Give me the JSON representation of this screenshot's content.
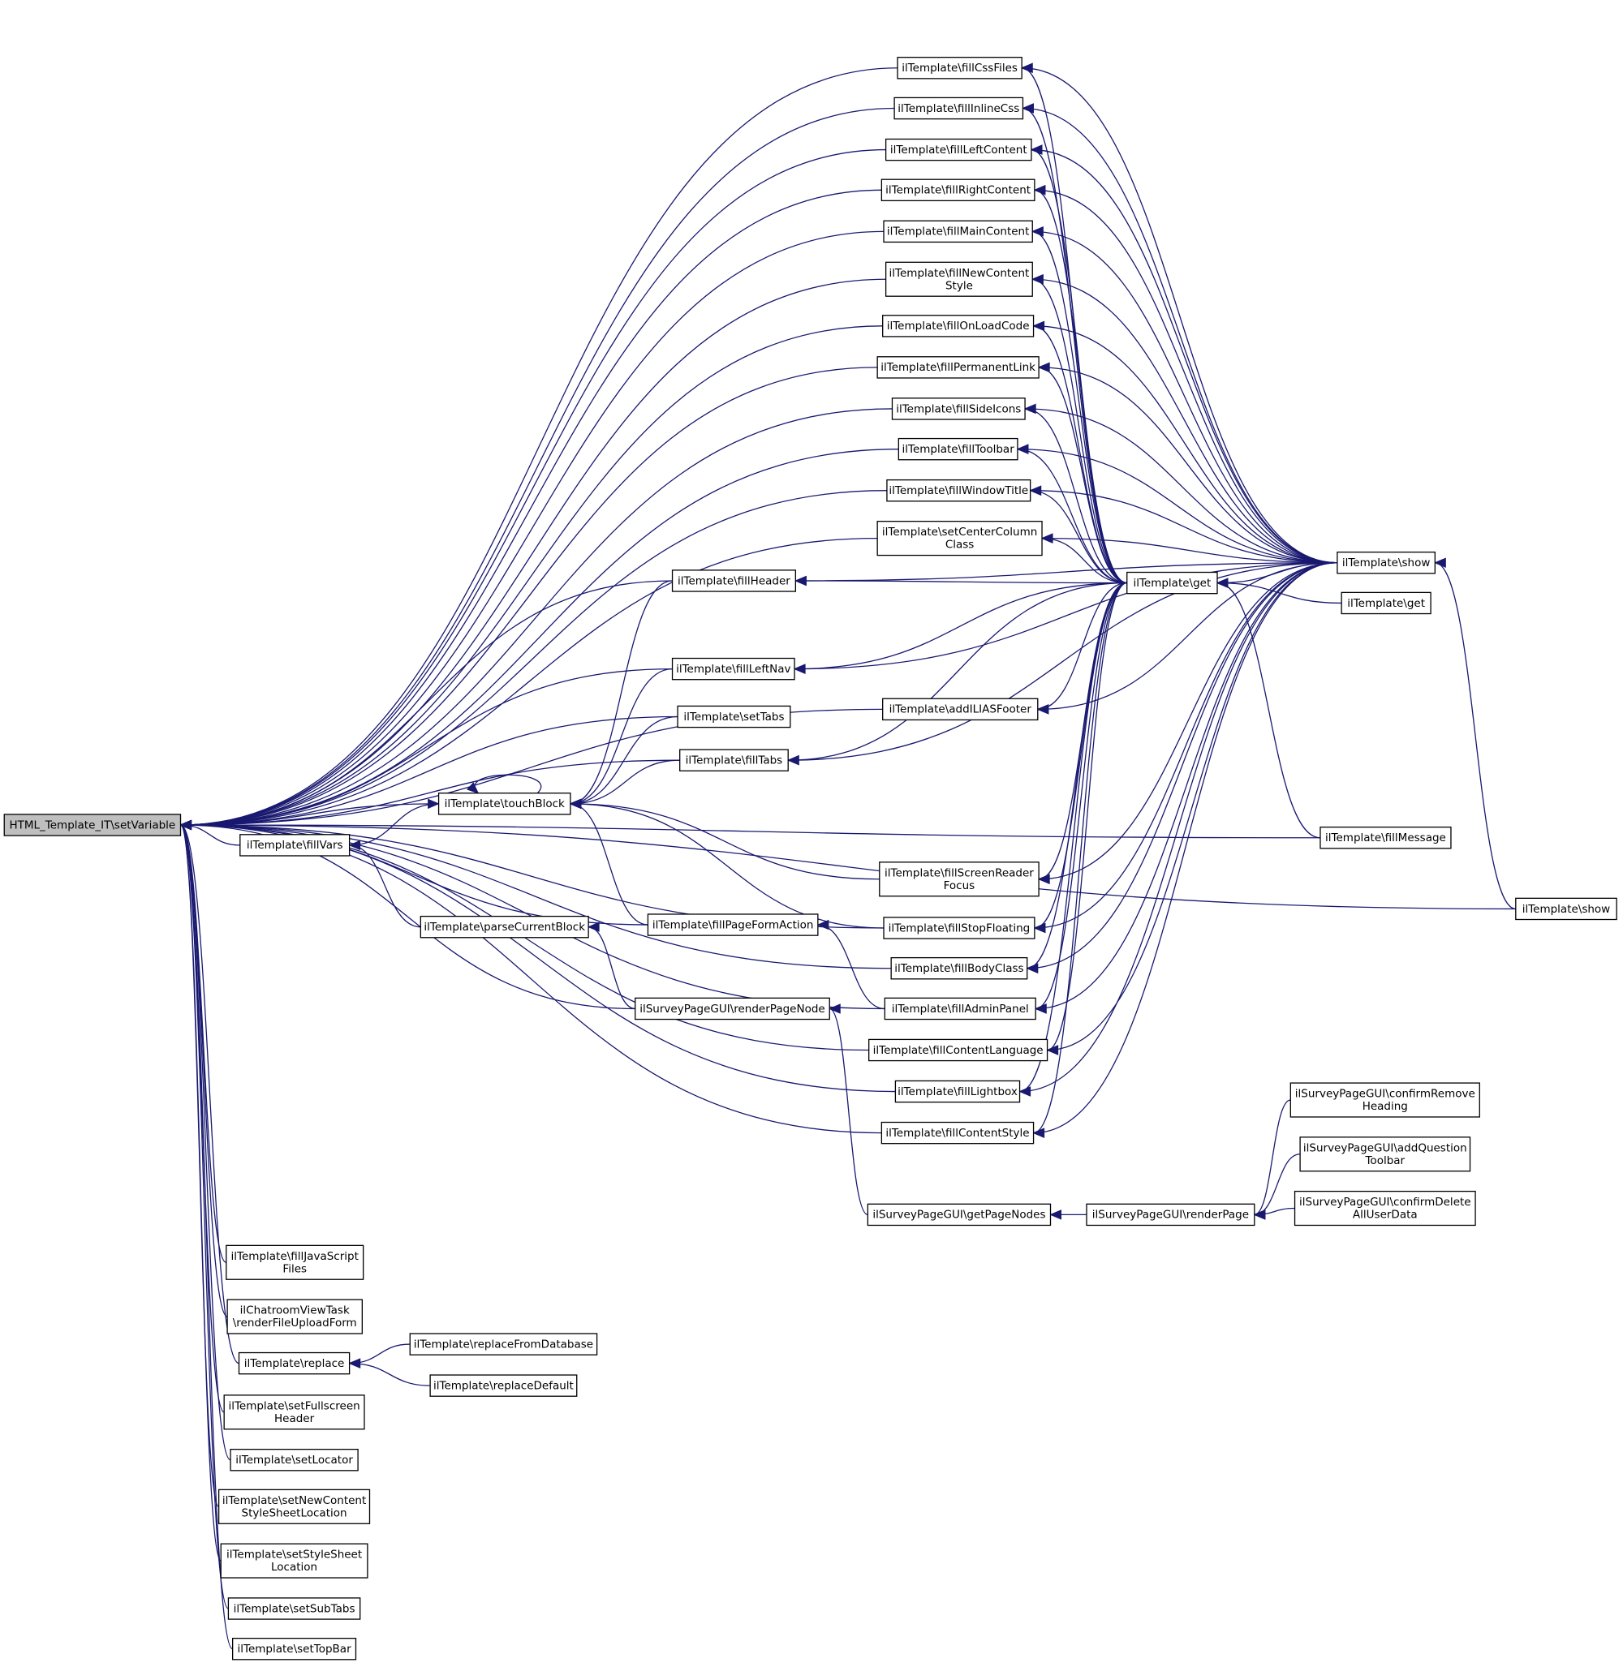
{
  "graph": {
    "colors": {
      "edge": "#191970",
      "node_border": "#000000",
      "node_fill": "#ffffff",
      "root_fill": "#bfbfbf"
    },
    "nodes": [
      {
        "id": "root",
        "lines": [
          "HTML_Template_IT\\setVariable"
        ]
      },
      {
        "id": "fillCssFiles",
        "lines": [
          "ilTemplate\\fillCssFiles"
        ]
      },
      {
        "id": "fillInlineCss",
        "lines": [
          "ilTemplate\\fillInlineCss"
        ]
      },
      {
        "id": "fillLeftContent",
        "lines": [
          "ilTemplate\\fillLeftContent"
        ]
      },
      {
        "id": "fillRightContent",
        "lines": [
          "ilTemplate\\fillRightContent"
        ]
      },
      {
        "id": "fillMainContent",
        "lines": [
          "ilTemplate\\fillMainContent"
        ]
      },
      {
        "id": "fillNewContentStyle",
        "lines": [
          "ilTemplate\\fillNewContent",
          "Style"
        ]
      },
      {
        "id": "fillOnLoadCode",
        "lines": [
          "ilTemplate\\fillOnLoadCode"
        ]
      },
      {
        "id": "fillPermanentLink",
        "lines": [
          "ilTemplate\\fillPermanentLink"
        ]
      },
      {
        "id": "fillSideIcons",
        "lines": [
          "ilTemplate\\fillSideIcons"
        ]
      },
      {
        "id": "fillToolbar",
        "lines": [
          "ilTemplate\\fillToolbar"
        ]
      },
      {
        "id": "fillWindowTitle",
        "lines": [
          "ilTemplate\\fillWindowTitle"
        ]
      },
      {
        "id": "setCenterColumnClass",
        "lines": [
          "ilTemplate\\setCenterColumn",
          "Class"
        ]
      },
      {
        "id": "fillHeader",
        "lines": [
          "ilTemplate\\fillHeader"
        ]
      },
      {
        "id": "get1",
        "lines": [
          "ilTemplate\\get"
        ]
      },
      {
        "id": "show1",
        "lines": [
          "ilTemplate\\show"
        ]
      },
      {
        "id": "get2",
        "lines": [
          "ilTemplate\\get"
        ]
      },
      {
        "id": "fillLeftNav",
        "lines": [
          "ilTemplate\\fillLeftNav"
        ]
      },
      {
        "id": "addILIASFooter",
        "lines": [
          "ilTemplate\\addILIASFooter"
        ]
      },
      {
        "id": "setTabs",
        "lines": [
          "ilTemplate\\setTabs"
        ]
      },
      {
        "id": "fillTabs",
        "lines": [
          "ilTemplate\\fillTabs"
        ]
      },
      {
        "id": "touchBlock",
        "lines": [
          "ilTemplate\\touchBlock"
        ]
      },
      {
        "id": "fillVars",
        "lines": [
          "ilTemplate\\fillVars"
        ]
      },
      {
        "id": "fillMessage",
        "lines": [
          "ilTemplate\\fillMessage"
        ]
      },
      {
        "id": "fillScreenReaderFocus",
        "lines": [
          "ilTemplate\\fillScreenReader",
          "Focus"
        ]
      },
      {
        "id": "show2",
        "lines": [
          "ilTemplate\\show"
        ]
      },
      {
        "id": "parseCurrentBlock",
        "lines": [
          "ilTemplate\\parseCurrentBlock"
        ]
      },
      {
        "id": "fillPageFormAction",
        "lines": [
          "ilTemplate\\fillPageFormAction"
        ]
      },
      {
        "id": "fillStopFloating",
        "lines": [
          "ilTemplate\\fillStopFloating"
        ]
      },
      {
        "id": "fillBodyClass",
        "lines": [
          "ilTemplate\\fillBodyClass"
        ]
      },
      {
        "id": "renderPageNode",
        "lines": [
          "ilSurveyPageGUI\\renderPageNode"
        ]
      },
      {
        "id": "fillAdminPanel",
        "lines": [
          "ilTemplate\\fillAdminPanel"
        ]
      },
      {
        "id": "fillContentLanguage",
        "lines": [
          "ilTemplate\\fillContentLanguage"
        ]
      },
      {
        "id": "fillLightbox",
        "lines": [
          "ilTemplate\\fillLightbox"
        ]
      },
      {
        "id": "confirmRemoveHeading",
        "lines": [
          "ilSurveyPageGUI\\confirmRemove",
          "Heading"
        ]
      },
      {
        "id": "fillContentStyle",
        "lines": [
          "ilTemplate\\fillContentStyle"
        ]
      },
      {
        "id": "addQuestionToolbar",
        "lines": [
          "ilSurveyPageGUI\\addQuestion",
          "Toolbar"
        ]
      },
      {
        "id": "getPageNodes",
        "lines": [
          "ilSurveyPageGUI\\getPageNodes"
        ]
      },
      {
        "id": "renderPage",
        "lines": [
          "ilSurveyPageGUI\\renderPage"
        ]
      },
      {
        "id": "confirmDeleteAllUserData",
        "lines": [
          "ilSurveyPageGUI\\confirmDelete",
          "AllUserData"
        ]
      },
      {
        "id": "fillJavaScriptFiles",
        "lines": [
          "ilTemplate\\fillJavaScript",
          "Files"
        ]
      },
      {
        "id": "renderFileUploadForm",
        "lines": [
          "ilChatroomViewTask",
          "\\renderFileUploadForm"
        ]
      },
      {
        "id": "replace",
        "lines": [
          "ilTemplate\\replace"
        ]
      },
      {
        "id": "replaceFromDatabase",
        "lines": [
          "ilTemplate\\replaceFromDatabase"
        ]
      },
      {
        "id": "replaceDefault",
        "lines": [
          "ilTemplate\\replaceDefault"
        ]
      },
      {
        "id": "setFullscreenHeader",
        "lines": [
          "ilTemplate\\setFullscreen",
          "Header"
        ]
      },
      {
        "id": "setLocator",
        "lines": [
          "ilTemplate\\setLocator"
        ]
      },
      {
        "id": "setNewContentStyleSheetLocation",
        "lines": [
          "ilTemplate\\setNewContent",
          "StyleSheetLocation"
        ]
      },
      {
        "id": "setStyleSheetLocation",
        "lines": [
          "ilTemplate\\setStyleSheet",
          "Location"
        ]
      },
      {
        "id": "setSubTabs",
        "lines": [
          "ilTemplate\\setSubTabs"
        ]
      },
      {
        "id": "setTopBar",
        "lines": [
          "ilTemplate\\setTopBar"
        ]
      }
    ],
    "edges": [
      {
        "from": "fillCssFiles",
        "to": "root"
      },
      {
        "from": "fillInlineCss",
        "to": "root"
      },
      {
        "from": "fillLeftContent",
        "to": "root"
      },
      {
        "from": "fillRightContent",
        "to": "root"
      },
      {
        "from": "fillMainContent",
        "to": "root"
      },
      {
        "from": "fillNewContentStyle",
        "to": "root"
      },
      {
        "from": "fillOnLoadCode",
        "to": "root"
      },
      {
        "from": "fillPermanentLink",
        "to": "root"
      },
      {
        "from": "fillSideIcons",
        "to": "root"
      },
      {
        "from": "fillToolbar",
        "to": "root"
      },
      {
        "from": "fillWindowTitle",
        "to": "root"
      },
      {
        "from": "setCenterColumnClass",
        "to": "root"
      },
      {
        "from": "fillHeader",
        "to": "root"
      },
      {
        "from": "fillLeftNav",
        "to": "root"
      },
      {
        "from": "addILIASFooter",
        "to": "root"
      },
      {
        "from": "setTabs",
        "to": "root"
      },
      {
        "from": "fillTabs",
        "to": "root"
      },
      {
        "from": "touchBlock",
        "to": "root"
      },
      {
        "from": "fillVars",
        "to": "root"
      },
      {
        "from": "fillStopFloating",
        "to": "root"
      },
      {
        "from": "fillPageFormAction",
        "to": "root"
      },
      {
        "from": "fillAdminPanel",
        "to": "root"
      },
      {
        "from": "renderPageNode",
        "to": "root"
      },
      {
        "from": "fillContentLanguage",
        "to": "root"
      },
      {
        "from": "fillLightbox",
        "to": "root"
      },
      {
        "from": "fillContentStyle",
        "to": "root"
      },
      {
        "from": "fillMessage",
        "to": "root"
      },
      {
        "from": "show2",
        "to": "root"
      },
      {
        "from": "fillJavaScriptFiles",
        "to": "root"
      },
      {
        "from": "renderFileUploadForm",
        "to": "root"
      },
      {
        "from": "replace",
        "to": "root"
      },
      {
        "from": "setFullscreenHeader",
        "to": "root"
      },
      {
        "from": "setLocator",
        "to": "root"
      },
      {
        "from": "setNewContentStyleSheetLocation",
        "to": "root"
      },
      {
        "from": "setStyleSheetLocation",
        "to": "root"
      },
      {
        "from": "setSubTabs",
        "to": "root"
      },
      {
        "from": "setTopBar",
        "to": "root"
      },
      {
        "from": "get1",
        "to": "fillCssFiles"
      },
      {
        "from": "show1",
        "to": "fillCssFiles"
      },
      {
        "from": "get1",
        "to": "fillInlineCss"
      },
      {
        "from": "show1",
        "to": "fillInlineCss"
      },
      {
        "from": "get1",
        "to": "fillLeftContent"
      },
      {
        "from": "show1",
        "to": "fillLeftContent"
      },
      {
        "from": "get1",
        "to": "fillRightContent"
      },
      {
        "from": "show1",
        "to": "fillRightContent"
      },
      {
        "from": "get1",
        "to": "fillMainContent"
      },
      {
        "from": "show1",
        "to": "fillMainContent"
      },
      {
        "from": "get1",
        "to": "fillNewContentStyle"
      },
      {
        "from": "show1",
        "to": "fillNewContentStyle"
      },
      {
        "from": "get1",
        "to": "fillOnLoadCode"
      },
      {
        "from": "show1",
        "to": "fillOnLoadCode"
      },
      {
        "from": "get1",
        "to": "fillPermanentLink"
      },
      {
        "from": "show1",
        "to": "fillPermanentLink"
      },
      {
        "from": "get1",
        "to": "fillSideIcons"
      },
      {
        "from": "show1",
        "to": "fillSideIcons"
      },
      {
        "from": "get1",
        "to": "fillToolbar"
      },
      {
        "from": "show1",
        "to": "fillToolbar"
      },
      {
        "from": "get1",
        "to": "fillWindowTitle"
      },
      {
        "from": "show1",
        "to": "fillWindowTitle"
      },
      {
        "from": "get1",
        "to": "setCenterColumnClass"
      },
      {
        "from": "show1",
        "to": "setCenterColumnClass"
      },
      {
        "from": "get1",
        "to": "fillHeader"
      },
      {
        "from": "show1",
        "to": "fillHeader"
      },
      {
        "from": "show1",
        "to": "get1"
      },
      {
        "from": "get2",
        "to": "get1"
      },
      {
        "from": "fillMessage",
        "to": "get1"
      },
      {
        "from": "show2",
        "to": "show1"
      },
      {
        "from": "get1",
        "to": "fillLeftNav"
      },
      {
        "from": "show1",
        "to": "fillLeftNav"
      },
      {
        "from": "get1",
        "to": "addILIASFooter"
      },
      {
        "from": "show1",
        "to": "addILIASFooter"
      },
      {
        "from": "get1",
        "to": "fillTabs"
      },
      {
        "from": "show1",
        "to": "fillTabs"
      },
      {
        "from": "get1",
        "to": "fillScreenReaderFocus"
      },
      {
        "from": "show1",
        "to": "fillScreenReaderFocus"
      },
      {
        "from": "get1",
        "to": "fillStopFloating"
      },
      {
        "from": "show1",
        "to": "fillStopFloating"
      },
      {
        "from": "get1",
        "to": "fillBodyClass"
      },
      {
        "from": "show1",
        "to": "fillBodyClass"
      },
      {
        "from": "get1",
        "to": "fillAdminPanel"
      },
      {
        "from": "show1",
        "to": "fillAdminPanel"
      },
      {
        "from": "get1",
        "to": "fillContentLanguage"
      },
      {
        "from": "show1",
        "to": "fillContentLanguage"
      },
      {
        "from": "get1",
        "to": "fillLightbox"
      },
      {
        "from": "show1",
        "to": "fillLightbox"
      },
      {
        "from": "get1",
        "to": "fillContentStyle"
      },
      {
        "from": "show1",
        "to": "fillContentStyle"
      },
      {
        "from": "touchBlock",
        "to": "touchBlock"
      },
      {
        "from": "fillHeader",
        "to": "touchBlock"
      },
      {
        "from": "fillLeftNav",
        "to": "touchBlock"
      },
      {
        "from": "setTabs",
        "to": "touchBlock"
      },
      {
        "from": "fillTabs",
        "to": "touchBlock"
      },
      {
        "from": "fillScreenReaderFocus",
        "to": "touchBlock"
      },
      {
        "from": "fillStopFloating",
        "to": "touchBlock"
      },
      {
        "from": "fillPageFormAction",
        "to": "touchBlock"
      },
      {
        "from": "fillVars",
        "to": "touchBlock"
      },
      {
        "from": "fillAdminPanel",
        "to": "fillPageFormAction"
      },
      {
        "from": "fillBodyClass",
        "to": "root"
      },
      {
        "from": "parseCurrentBlock",
        "to": "fillVars"
      },
      {
        "from": "renderPageNode",
        "to": "parseCurrentBlock"
      },
      {
        "from": "getPageNodes",
        "to": "renderPageNode"
      },
      {
        "from": "renderPage",
        "to": "getPageNodes"
      },
      {
        "from": "confirmRemoveHeading",
        "to": "renderPage"
      },
      {
        "from": "addQuestionToolbar",
        "to": "renderPage"
      },
      {
        "from": "confirmDeleteAllUserData",
        "to": "renderPage"
      },
      {
        "from": "replaceFromDatabase",
        "to": "replace"
      },
      {
        "from": "replaceDefault",
        "to": "replace"
      }
    ]
  }
}
